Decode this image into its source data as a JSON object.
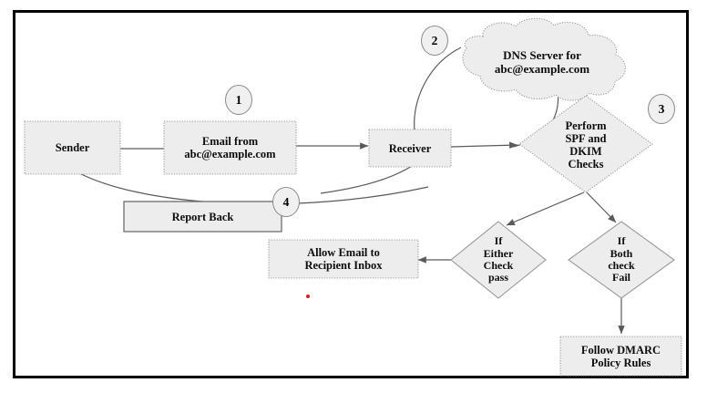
{
  "diagram": {
    "title": "DMARC email authentication flow",
    "frame": {
      "border_color": "#000000"
    },
    "palette": {
      "node_fill": "#ededed",
      "node_border": "#9a9a9a",
      "connector": "#5a5a5a",
      "text": "#0d0d0d",
      "marker_dot": "#d81f1f",
      "circle_fill": "#f0f0f0"
    },
    "nodes": {
      "sender": {
        "label": "Sender"
      },
      "email": {
        "label_line1": "Email from",
        "label_line2": "abc@example.com"
      },
      "receiver": {
        "label": "Receiver"
      },
      "dns_cloud": {
        "label_line1": "DNS Server for",
        "label_line2": "abc@example.com"
      },
      "spf_dkim": {
        "label_line1": "Perform",
        "label_line2": "SPF and",
        "label_line3": "DKIM",
        "label_line4": "Checks"
      },
      "report_back": {
        "label": "Report Back"
      },
      "either_pass": {
        "label_line1": "If",
        "label_line2": "Either",
        "label_line3": "Check",
        "label_line4": "pass"
      },
      "both_fail": {
        "label_line1": "If",
        "label_line2": "Both",
        "label_line3": "check",
        "label_line4": "Fail"
      },
      "allow_inbox": {
        "label_line1": "Allow Email to",
        "label_line2": "Recipient Inbox"
      },
      "dmarc": {
        "label_line1": "Follow DMARC",
        "label_line2": "Policy Rules"
      }
    },
    "step_markers": [
      {
        "number": "1"
      },
      {
        "number": "2"
      },
      {
        "number": "3"
      },
      {
        "number": "4"
      }
    ]
  }
}
